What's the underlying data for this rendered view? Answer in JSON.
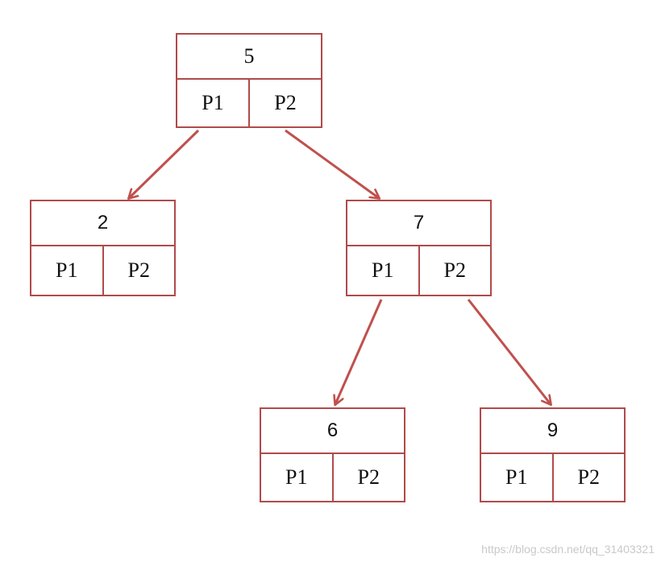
{
  "colors": {
    "border": "#b04a4a",
    "edge": "#c0504d",
    "text": "#111111",
    "watermark": "#c9c9c9"
  },
  "nodes": [
    {
      "id": "n5",
      "key": "5",
      "p1": "P1",
      "p2": "P2"
    },
    {
      "id": "n2",
      "key": "2",
      "p1": "P1",
      "p2": "P2"
    },
    {
      "id": "n7",
      "key": "7",
      "p1": "P1",
      "p2": "P2"
    },
    {
      "id": "n6",
      "key": "6",
      "p1": "P1",
      "p2": "P2"
    },
    {
      "id": "n9",
      "key": "9",
      "p1": "P1",
      "p2": "P2"
    }
  ],
  "edges": [
    {
      "from": "n5",
      "pointer": "p1",
      "to": "n2"
    },
    {
      "from": "n5",
      "pointer": "p2",
      "to": "n7"
    },
    {
      "from": "n7",
      "pointer": "p1",
      "to": "n6"
    },
    {
      "from": "n7",
      "pointer": "p2",
      "to": "n9"
    }
  ],
  "watermark": "https://blog.csdn.net/qq_31403321"
}
